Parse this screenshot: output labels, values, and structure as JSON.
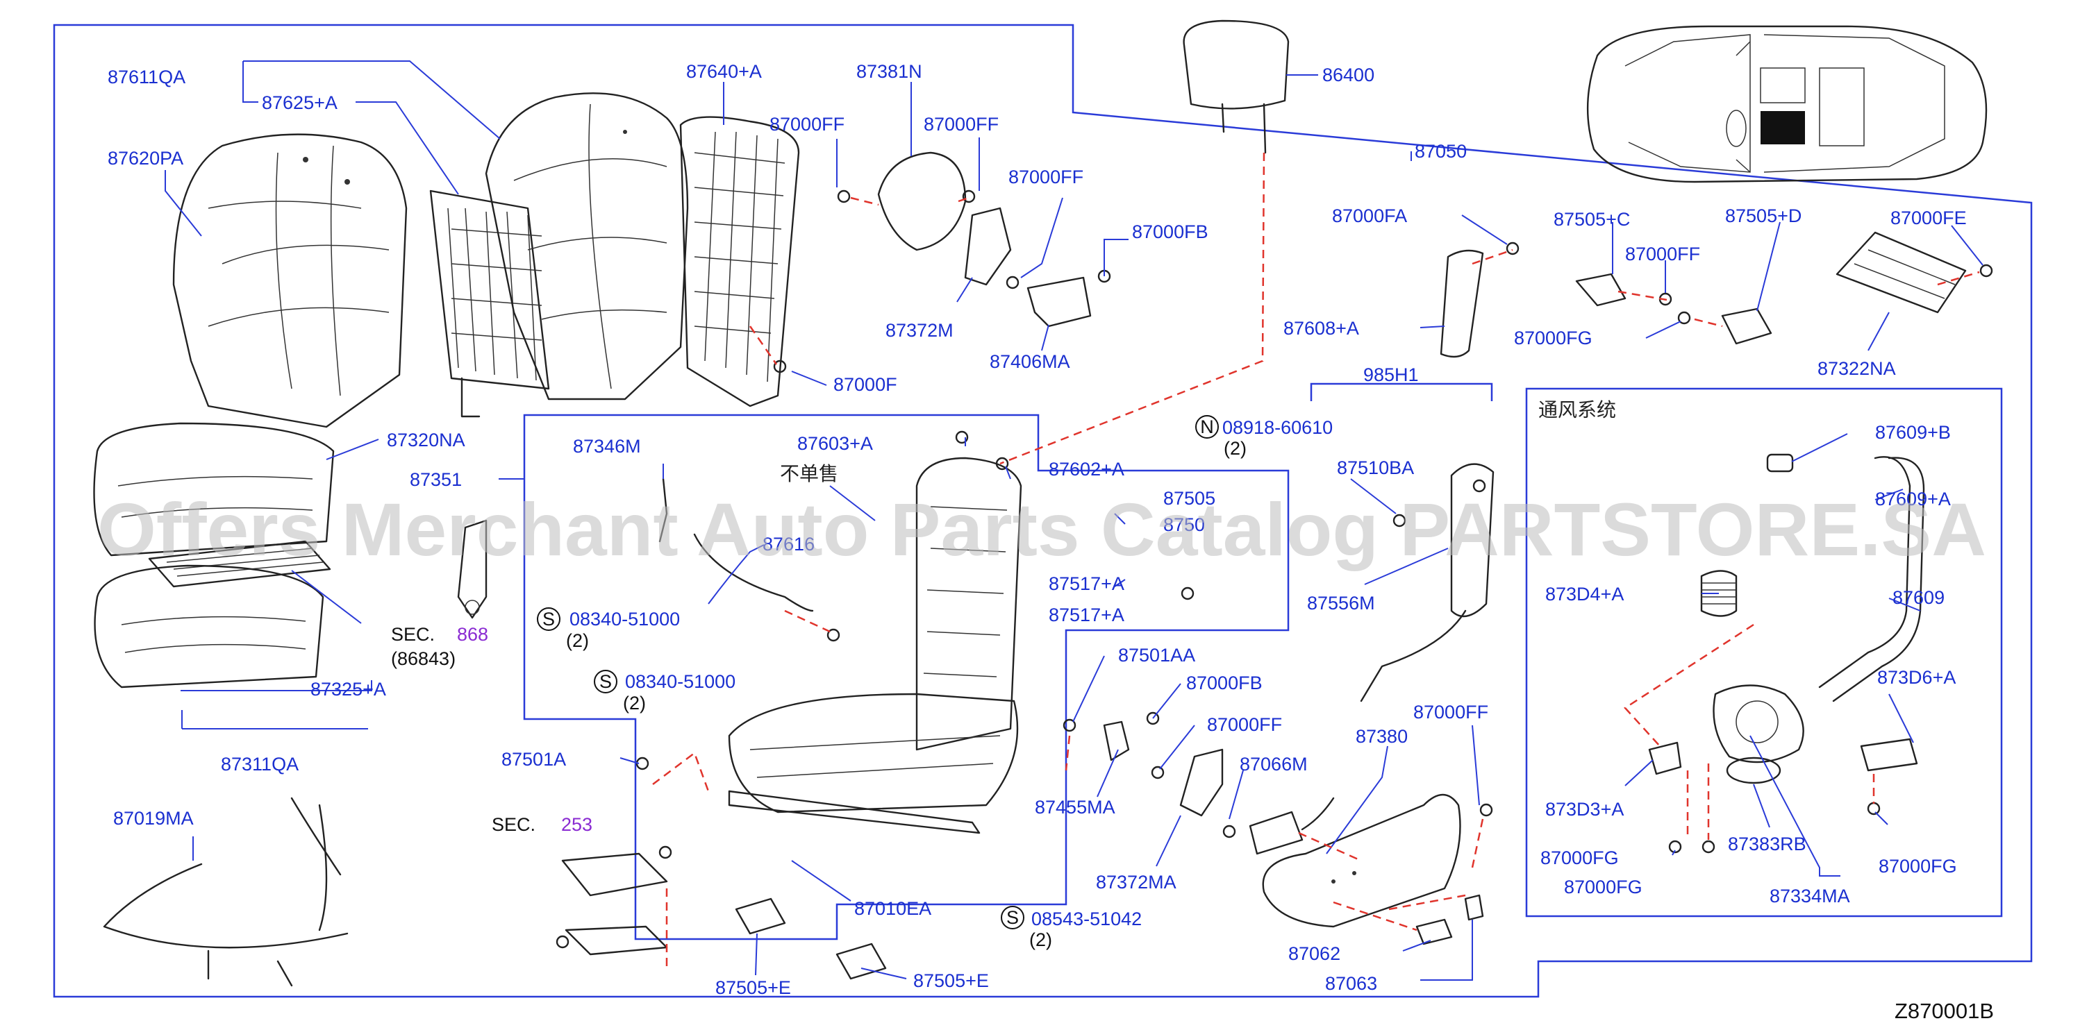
{
  "labels": {
    "p87611QA": "87611QA",
    "p87625A": "87625+A",
    "p87620PA": "87620PA",
    "p87640A": "87640+A",
    "p87381N": "87381N",
    "p87000FF_1": "87000FF",
    "p87000FF_2": "87000FF",
    "p87000FF_3": "87000FF",
    "p87000FB_1": "87000FB",
    "p87372M": "87372M",
    "p87406MA": "87406MA",
    "p87000F": "87000F",
    "p86400": "86400",
    "p87050": "87050",
    "p87000FA": "87000FA",
    "p87608A": "87608+A",
    "p87505C": "87505+C",
    "p87000FF_4": "87000FF",
    "p87505D": "87505+D",
    "p87000FE": "87000FE",
    "p87000FG_1": "87000FG",
    "p87322NA": "87322NA",
    "p985H1": "985H1",
    "p87320NA": "87320NA",
    "p87351": "87351",
    "p87346M": "87346M",
    "p87603A": "87603+A",
    "p87602A": "87602+A",
    "p87505": "87505",
    "p8750x": "8750",
    "p87517A_1": "87517+A",
    "p87517A_2": "87517+A",
    "p87510BA": "87510BA",
    "p87556M": "87556M",
    "p87616": "87616",
    "p08340_1": "08340-51000",
    "p08340_1q": "(2)",
    "p08340_2": "08340-51000",
    "p08340_2q": "(2)",
    "p08918": "08918-60610",
    "p08918q": "(2)",
    "p87325A": "87325+A",
    "p87311QA": "87311QA",
    "sec868_prefix": "SEC.",
    "sec868_num": "868",
    "sec868_sub": "(86843)",
    "p87501AA": "87501AA",
    "p87000FB_2": "87000FB",
    "p87000FF_5": "87000FF",
    "p87066M": "87066M",
    "p87380": "87380",
    "p87000FF_6": "87000FF",
    "p87455MA": "87455MA",
    "p87372MA": "87372MA",
    "p87501A": "87501A",
    "p87019MA": "87019MA",
    "sec253_prefix": "SEC.",
    "sec253_num": "253",
    "p87010EA": "87010EA",
    "p08543": "08543-51042",
    "p08543q": "(2)",
    "p87505E_1": "87505+E",
    "p87505E_2": "87505+E",
    "p87062": "87062",
    "p87063": "87063",
    "vent_title": "通风系统",
    "p87609B": "87609+B",
    "p87609A": "87609+A",
    "p87609": "87609",
    "p873D4A": "873D4+A",
    "p873D6A": "873D6+A",
    "p873D3A": "873D3+A",
    "p87000FG_2": "87000FG",
    "p87000FG_3": "87000FG",
    "p87383RB": "87383RB",
    "p87000FG_4": "87000FG",
    "p87334MA": "87334MA",
    "not_sold": "不单售",
    "badge_s": "S",
    "badge_n": "N"
  },
  "watermark": "Offers Merchant Auto Parts Catalog PARTSTORE.SA",
  "diagram_code": "Z870001B",
  "colors": {
    "label_blue": "#1a2fd0",
    "frame_blue": "#2a3bd8",
    "dash_red": "#e0342c",
    "section_purple": "#8a2bd2",
    "watermark_gray": "#bdbdbd"
  }
}
